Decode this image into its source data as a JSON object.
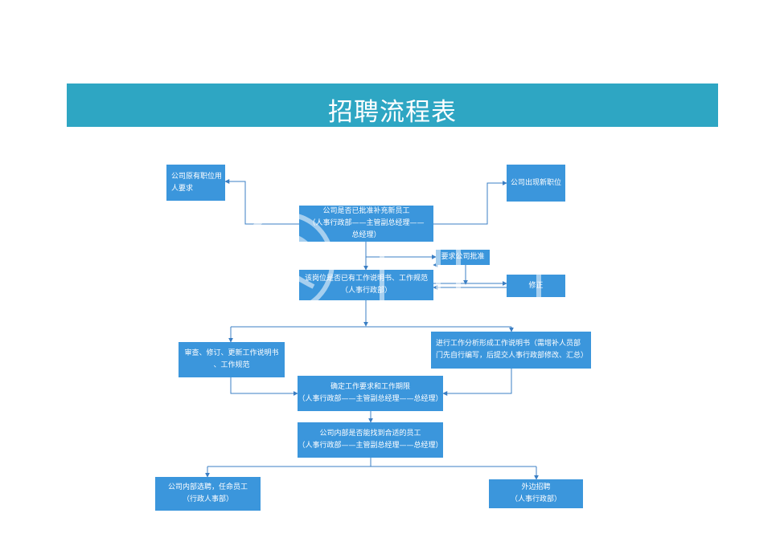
{
  "title": "招聘流程表",
  "nodes": {
    "existing_request": [
      "公司原有职位用",
      "人要求"
    ],
    "new_position": [
      "公司出现新职位"
    ],
    "approved_hire": [
      "公司是否已批准补充新员工",
      "（人事行政部——主管副总经理——",
      "总经理）"
    ],
    "request_approval": [
      "要求公司批准"
    ],
    "job_desc_check": [
      "该岗位是否已有工作说明书、工作规范",
      "（人事行政部）"
    ],
    "revise": [
      "修正"
    ],
    "review_update": [
      "审查、修订、更新工作说明书",
      "、工作规范"
    ],
    "job_analysis": [
      "进行工作分析形成工作说明书（需增补人员部",
      "门先自行编写，后提交人事行政部修改、汇总）"
    ],
    "set_requirements": [
      "确定工作要求和工作期限",
      "（人事行政部——主管副总经理——总经理）"
    ],
    "internal_check": [
      "公司内部是否能找到合适的员工",
      "（人事行政部——主管副总经理——总经理）"
    ],
    "internal_select": [
      "公司内部选聘，任命员工",
      "（行政人事部）"
    ],
    "external": [
      "外边招聘",
      "（人事行政部）"
    ]
  },
  "colors": {
    "banner": "#2ea6c3",
    "node": "#3b96dc",
    "line": "#3b7fc4"
  }
}
